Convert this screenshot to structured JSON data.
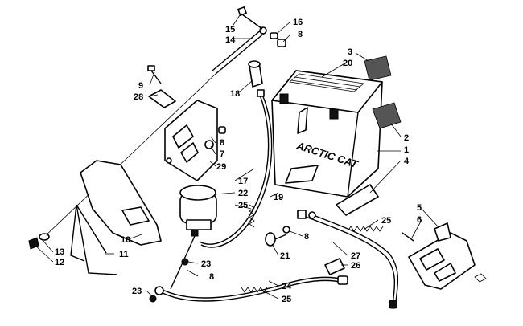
{
  "callouts": {
    "c1": "1",
    "c2": "2",
    "c3": "3",
    "c4": "4",
    "c5": "5",
    "c6": "6",
    "c7": "7",
    "c8a": "8",
    "c8b": "8",
    "c8c": "8",
    "c8d": "8",
    "c9": "9",
    "c10": "10",
    "c11": "11",
    "c12": "12",
    "c13": "13",
    "c14": "14",
    "c15": "15",
    "c16": "16",
    "c17": "17",
    "c18": "18",
    "c19": "19",
    "c20": "20",
    "c21": "21",
    "c22": "22",
    "c23a": "23",
    "c23b": "23",
    "c24": "24",
    "c25a": "25",
    "c25b": "25",
    "c25c": "25",
    "c26": "26",
    "c27": "27",
    "c28": "28",
    "c29": "29"
  },
  "battery_brand": "ARCTIC CAT"
}
